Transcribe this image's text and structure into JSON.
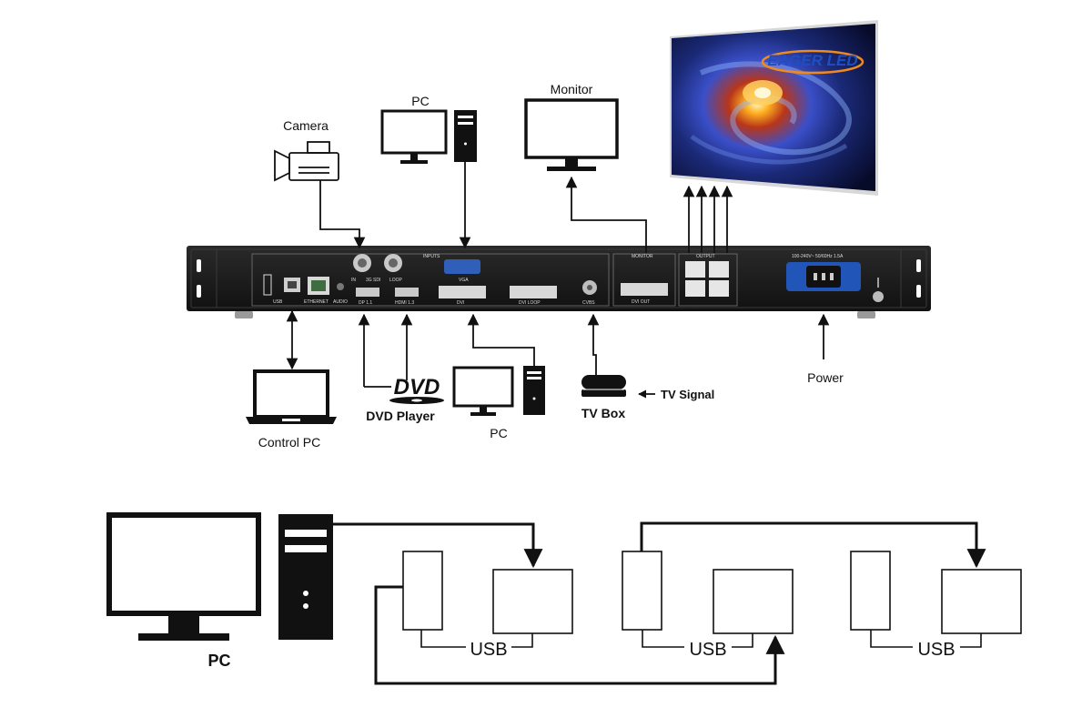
{
  "diagram": {
    "labels": {
      "camera": "Camera",
      "pc_top": "PC",
      "monitor": "Monitor",
      "control_pc": "Control PC",
      "dvd_player": "DVD Player",
      "dvd_logo": "DVD",
      "pc_bottom": "PC",
      "tv_box": "TV Box",
      "tv_signal": "TV Signal",
      "power": "Power",
      "pc_lower": "PC",
      "usb_1": "USB",
      "usb_2": "USB",
      "usb_3": "USB"
    },
    "panel": {
      "inputs": "INPUTS",
      "monitor": "MONITOR",
      "output": "OUTPUT",
      "usb": "USB",
      "ethernet": "ETHERNET",
      "audio": "AUDIO",
      "sdi_in": "IN",
      "sdi": "3G SDI",
      "sdi_loop": "LOOP",
      "dp": "DP 1.1",
      "hdmi": "HDMI 1.3",
      "vga": "VGA",
      "dvi": "DVI",
      "dvi_loop": "DVI LOOP",
      "cvbs": "CVBS",
      "dvi_out": "DVI OUT",
      "power_spec": "100-240V~ 50/60Hz 1.5A"
    },
    "brand": {
      "name": "EAGER LED"
    },
    "colors": {
      "line": "#111111",
      "panel": "#1b1b1b",
      "power_socket": "#2156b8",
      "brand_orange": "#f08a1c",
      "brand_blue": "#1d4fc4"
    }
  }
}
